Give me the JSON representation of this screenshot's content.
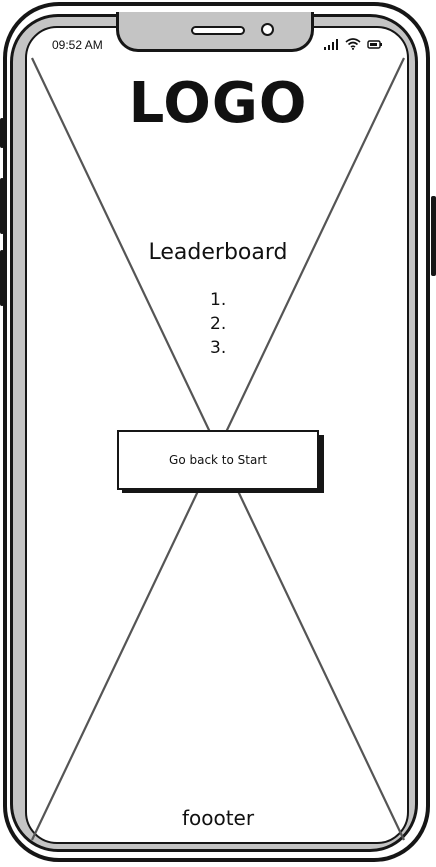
{
  "status_bar": {
    "time": "09:52 AM",
    "icons": [
      "signal-bars-icon",
      "wifi-icon",
      "battery-icon"
    ]
  },
  "header": {
    "logo": "LOGO"
  },
  "leaderboard": {
    "title": "Leaderboard",
    "entries": [
      "1.",
      "2.",
      "3."
    ]
  },
  "actions": {
    "back_to_start_label": "Go back to Start"
  },
  "footer": {
    "text": "foooter"
  },
  "colors": {
    "ink": "#161616",
    "bezel": "#c4c4c4",
    "wireframe_line": "#555555",
    "background": "#ffffff"
  }
}
